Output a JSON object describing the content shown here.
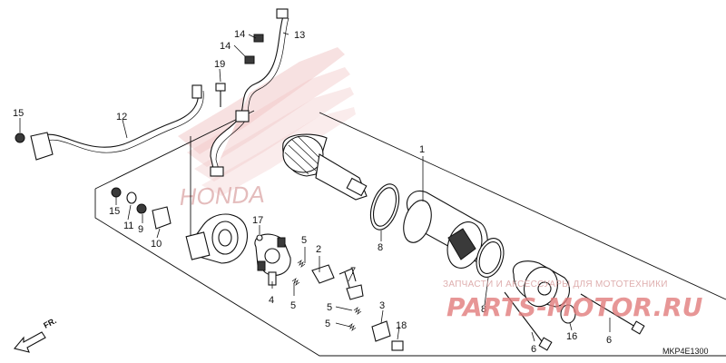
{
  "diagram": {
    "callouts": [
      {
        "id": "c1",
        "label": "1"
      },
      {
        "id": "c2",
        "label": "2"
      },
      {
        "id": "c3",
        "label": "3"
      },
      {
        "id": "c4",
        "label": "4"
      },
      {
        "id": "c5a",
        "label": "5"
      },
      {
        "id": "c5b",
        "label": "5"
      },
      {
        "id": "c5c",
        "label": "5"
      },
      {
        "id": "c5d",
        "label": "5"
      },
      {
        "id": "c6a",
        "label": "6"
      },
      {
        "id": "c6b",
        "label": "6"
      },
      {
        "id": "c7",
        "label": "7"
      },
      {
        "id": "c8a",
        "label": "8"
      },
      {
        "id": "c8b",
        "label": "8"
      },
      {
        "id": "c9",
        "label": "9"
      },
      {
        "id": "c10",
        "label": "10"
      },
      {
        "id": "c11",
        "label": "11"
      },
      {
        "id": "c12",
        "label": "12"
      },
      {
        "id": "c13",
        "label": "13"
      },
      {
        "id": "c14a",
        "label": "14"
      },
      {
        "id": "c14b",
        "label": "14"
      },
      {
        "id": "c15a",
        "label": "15"
      },
      {
        "id": "c15b",
        "label": "15"
      },
      {
        "id": "c16",
        "label": "16"
      },
      {
        "id": "c17",
        "label": "17"
      },
      {
        "id": "c18",
        "label": "18"
      },
      {
        "id": "c19",
        "label": "19"
      }
    ],
    "direction_label": "FR.",
    "diagram_code": "MKP4E1300"
  },
  "watermark": {
    "brand": "HONDA",
    "caption": "ЗАПЧАСТИ И АКСЕССУАРЫ ДЛЯ МОТОТЕХНИКИ",
    "site": "PARTS-MOTOR.RU"
  },
  "colors": {
    "line": "#111111",
    "watermark_light": "#f1c8c8",
    "watermark_red": "#e27c7c"
  }
}
